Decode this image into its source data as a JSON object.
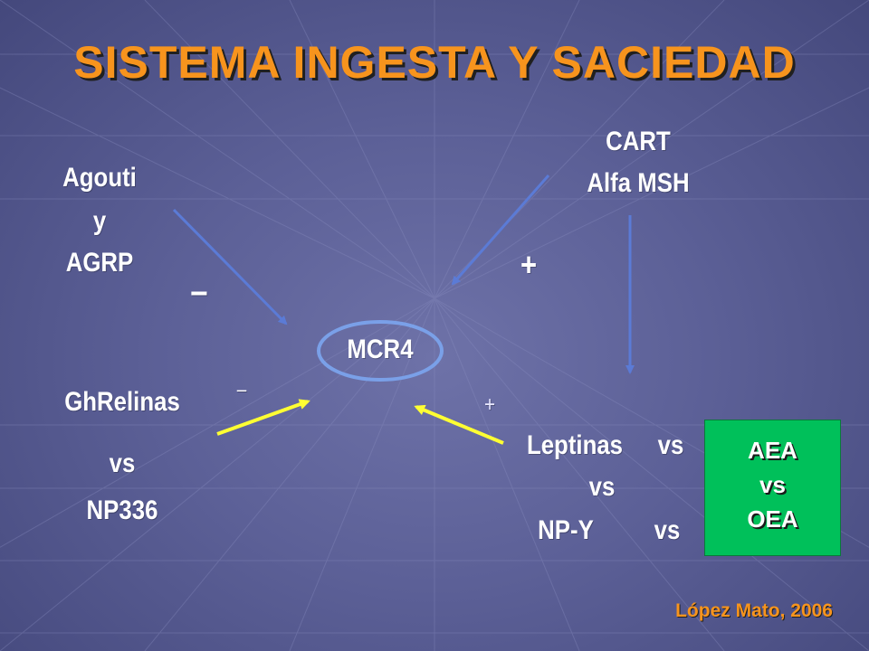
{
  "title": "SISTEMA INGESTA Y SACIEDAD",
  "left_top": {
    "line1": "Agouti",
    "line2": "y",
    "line3": "AGRP"
  },
  "right_top": {
    "line1": "CART",
    "line2": "Alfa MSH"
  },
  "center_node": "MCR4",
  "signs": {
    "minus_big": "–",
    "plus_big": "+",
    "minus_small": "–",
    "plus_small": "+"
  },
  "left_bottom": {
    "line1": "GhRelinas",
    "line2": "vs",
    "line3": "NP336"
  },
  "right_bottom": {
    "line1": "Leptinas",
    "line1_vs": "vs",
    "line2": "vs",
    "line3": "NP-Y",
    "line3_vs": "vs"
  },
  "box": {
    "line1": "AEA",
    "line2": "vs",
    "line3": "OEA",
    "color": "#00c05a"
  },
  "citation": "López Mato,  2006",
  "colors": {
    "title": "#f7941d",
    "arrow_blue": "#5b7bd6",
    "arrow_yellow": "#ffff33",
    "node_ring": "#7aa0e8"
  }
}
